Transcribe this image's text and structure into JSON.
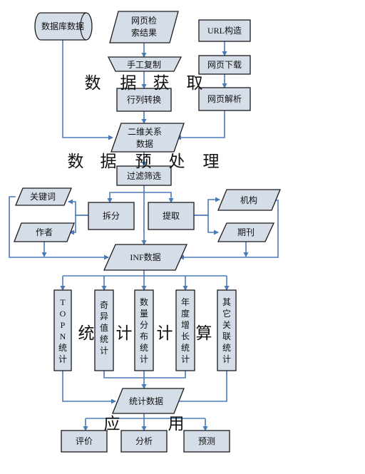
{
  "nodes": {
    "database": "数据库数据",
    "web_search_l1": "网页检",
    "web_search_l2": "索结果",
    "url_build": "URL构造",
    "manual_copy": "手工复制",
    "web_download": "网页下载",
    "row_col_convert": "行列转换",
    "web_parse": "网页解析",
    "relation_l1": "二维关系",
    "relation_l2": "数据",
    "filter": "过滤筛选",
    "keyword": "关键词",
    "author": "作者",
    "split": "拆分",
    "extract": "提取",
    "institution": "机构",
    "journal": "期刊",
    "inf_data": "INF数据",
    "topn_stat": "TOPN统计",
    "anomaly_stat": "奇异值统计",
    "quantity_stat": "数量分布统计",
    "annual_growth_stat": "年度增长统计",
    "other_assoc_stat": "其它关联统计",
    "stat_data": "统计数据",
    "evaluate": "评价",
    "analyze": "分析",
    "predict": "预测"
  },
  "stages": {
    "acquire": [
      "数",
      "据",
      "获",
      "取"
    ],
    "preprocess": [
      "数",
      "据",
      "预",
      "处",
      "理"
    ],
    "statistics": [
      "统",
      "计",
      "计",
      "算"
    ],
    "apply": [
      "应",
      "用"
    ]
  },
  "colors": {
    "box_fill": "#d5dde8",
    "box_stroke": "#1a1a1a",
    "arrow": "#4a7ab8"
  }
}
